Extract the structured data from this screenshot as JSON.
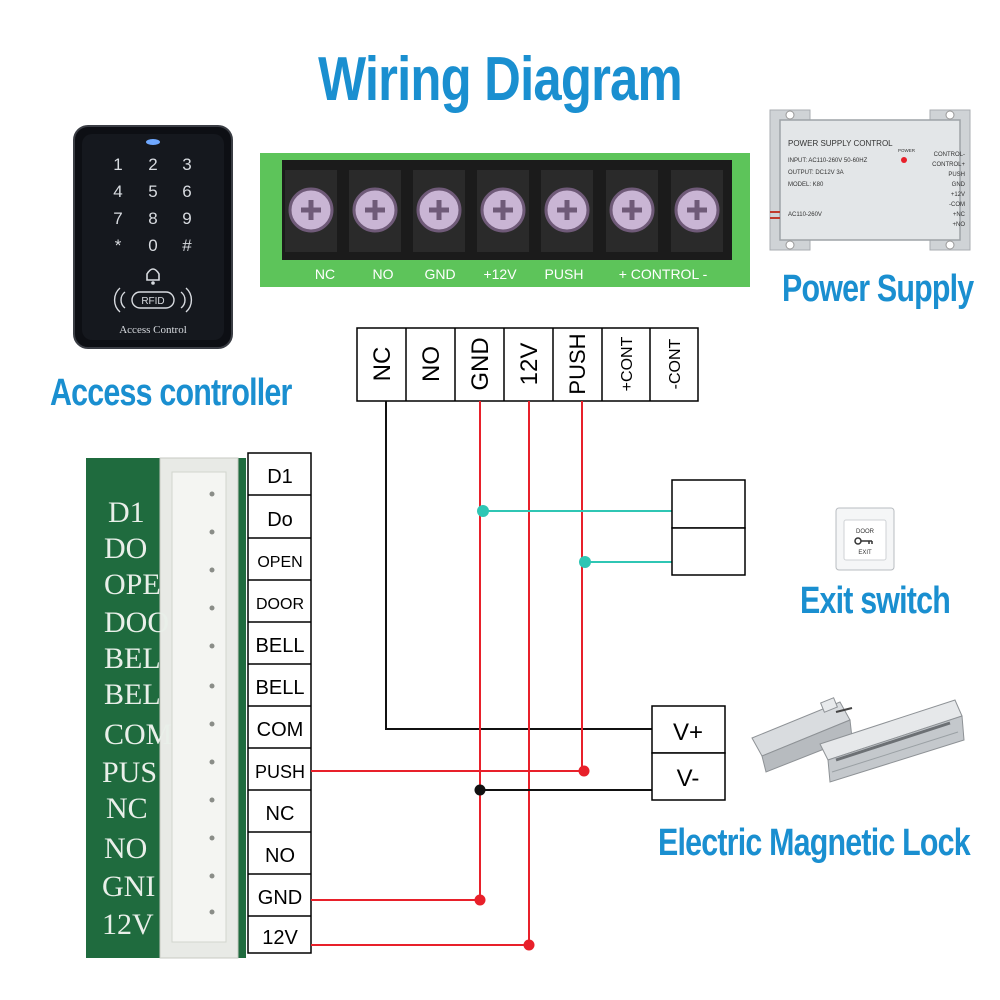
{
  "title": "Wiring Diagram",
  "labels": {
    "access_controller": "Access controller",
    "power_supply": "Power Supply",
    "exit_switch": "Exit switch",
    "magnetic_lock": "Electric Magnetic Lock"
  },
  "keypad": {
    "keys": [
      "1",
      "2",
      "3",
      "4",
      "5",
      "6",
      "7",
      "8",
      "9",
      "*",
      "0",
      "#"
    ],
    "rfid_label": "RFID",
    "footer": "Access Control"
  },
  "terminal_block": {
    "labels": [
      "NC",
      "NO",
      "GND",
      "+12V",
      "PUSH",
      "+ CONTROL -"
    ]
  },
  "psu_terminals": [
    "NC",
    "NO",
    "GND",
    "12V",
    "PUSH",
    "+CONT",
    "-CONT"
  ],
  "power_supply_unit": {
    "heading": "POWER SUPPLY CONTROL",
    "lines": [
      "INPUT: AC110-260V 50-60HZ",
      "OUTPUT: DC12V 3A",
      "MODEL: K80"
    ],
    "ac_label": "AC110-260V",
    "power_label": "POWER",
    "terminals": [
      "CONTROL-",
      "CONTROL+",
      "PUSH",
      "GND",
      "+12V",
      "-COM",
      "+NC",
      "+NO"
    ]
  },
  "controller_terminals": [
    "D1",
    "Do",
    "OPEN",
    "DOOR",
    "BELL",
    "BELL",
    "COM",
    "PUSH",
    "NC",
    "NO",
    "GND",
    "12V"
  ],
  "controller_board_labels": [
    "D1",
    "DO",
    "OPE",
    "DOO",
    "BEL",
    "BEL",
    "COM",
    "PUS",
    "NC",
    "NO",
    "GNI",
    "12V"
  ],
  "lock_terminals": [
    "V+",
    "V-"
  ],
  "exit_button": {
    "line1": "DOOR",
    "line2": "EXIT"
  },
  "colors": {
    "title_blue": "#1a8fd0",
    "wire_red": "#e8202a",
    "wire_teal": "#2fc6b4",
    "wire_black": "#111111",
    "board_green": "#5dc45a",
    "pcb_green": "#1f6b3e"
  }
}
